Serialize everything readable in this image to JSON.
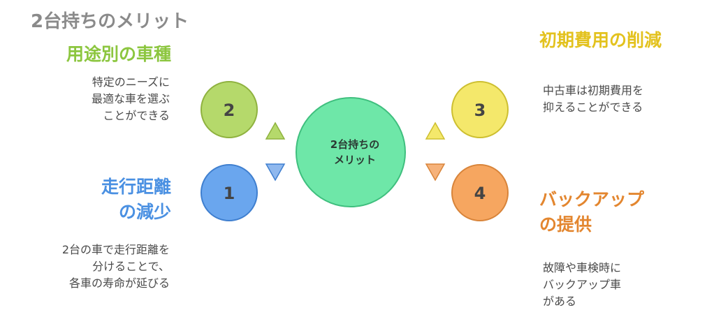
{
  "title": "2台持ちのメリット",
  "center_label": [
    "2台持ちの",
    "メリット"
  ],
  "items": [
    {
      "num": "2",
      "heading": [
        "用途別の車種"
      ],
      "desc": [
        "特定のニーズに",
        "最適な車を選ぶ",
        "ことができる"
      ],
      "color": "#b5d96b"
    },
    {
      "num": "1",
      "heading": [
        "走行距離",
        "の減少"
      ],
      "desc": [
        "2台の車で走行距離を",
        "分けることで、",
        "各車の寿命が延びる"
      ],
      "color": "#6aa6ee"
    },
    {
      "num": "3",
      "heading": [
        "初期費用の削減"
      ],
      "desc": [
        "中古車は初期費用を",
        "抑えることができる"
      ],
      "color": "#f4e86b"
    },
    {
      "num": "4",
      "heading": [
        "バックアップ",
        "の提供"
      ],
      "desc": [
        "故障や車検時に",
        "バックアップ車",
        "がある"
      ],
      "color": "#f6a660"
    }
  ],
  "colors": {
    "center": "#6ee7a8",
    "green_text": "#8cc63f",
    "blue_text": "#4a90e2",
    "yellow_text": "#e3c21e",
    "orange_text": "#e3862f"
  }
}
